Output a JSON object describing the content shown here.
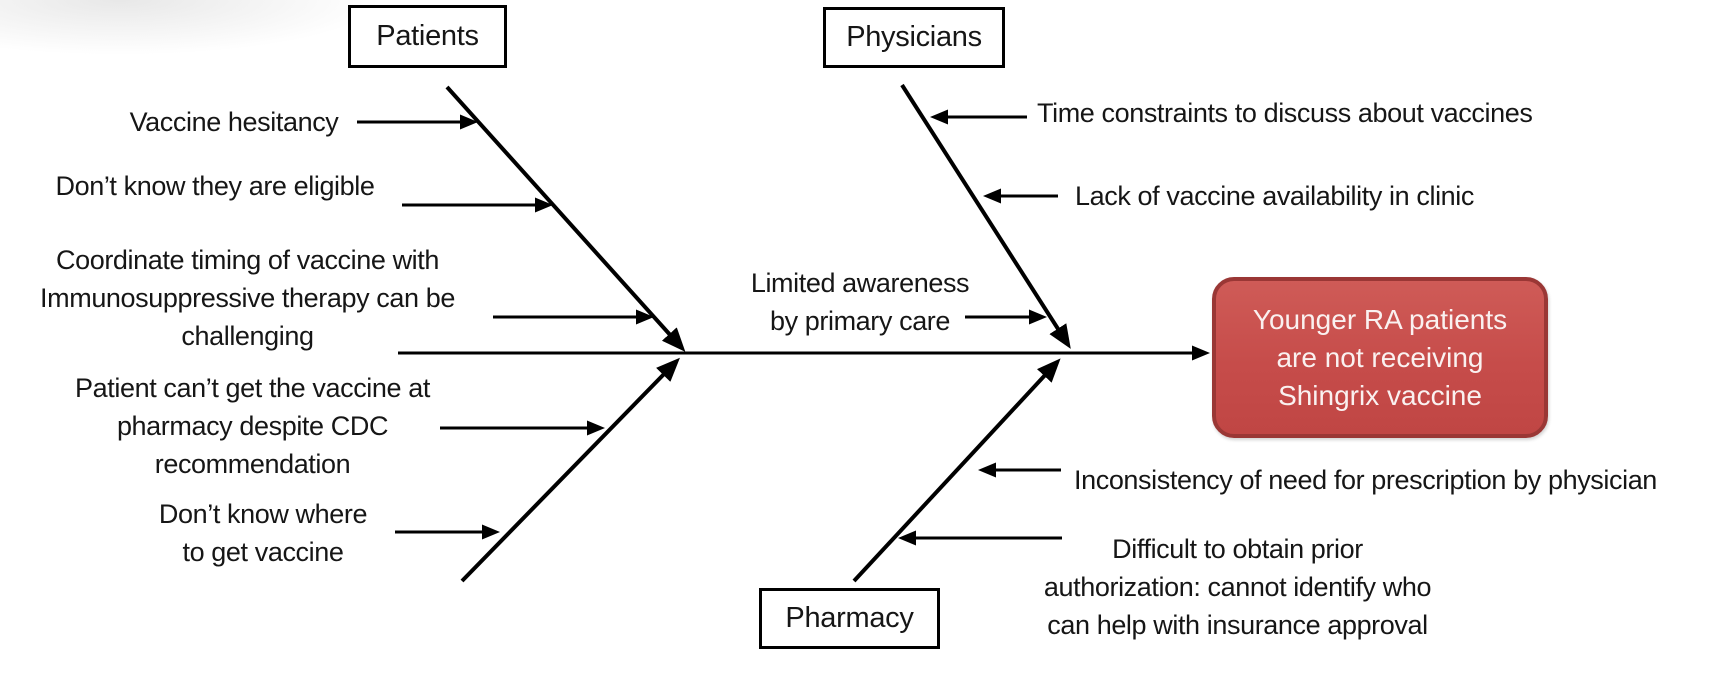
{
  "diagram": {
    "kind": "fishbone-cause-effect",
    "line_color": "#000000",
    "effect": {
      "text": "Younger RA patients\nare not receiving\nShingrix vaccine",
      "fill_color": "#C8504E",
      "border_color": "#9A3735",
      "text_color": "#FAF1F0"
    },
    "category_labels": {
      "patients": "Patients",
      "physicians": "Physicians",
      "pharmacy": "Pharmacy"
    },
    "causes": {
      "vaccine_hesitancy": "Vaccine hesitancy",
      "eligibility": "Don’t know they are eligible",
      "coordinate_timing": "Coordinate timing of vaccine with\nImmunosuppressive therapy can be\nchallenging",
      "cant_get_at_pharmacy": "Patient can’t get the vaccine at\npharmacy despite CDC\nrecommendation",
      "dont_know_where": "Don’t know where\nto get vaccine",
      "time_constraints": "Time constraints to discuss about vaccines",
      "lack_availability": "Lack of vaccine availability in clinic",
      "limited_awareness": "Limited awareness\nby primary care",
      "inconsistency": "Inconsistency of need for prescription by physician",
      "prior_auth": "Difficult to obtain prior\nauthorization: cannot identify who\ncan help with insurance approval"
    }
  }
}
